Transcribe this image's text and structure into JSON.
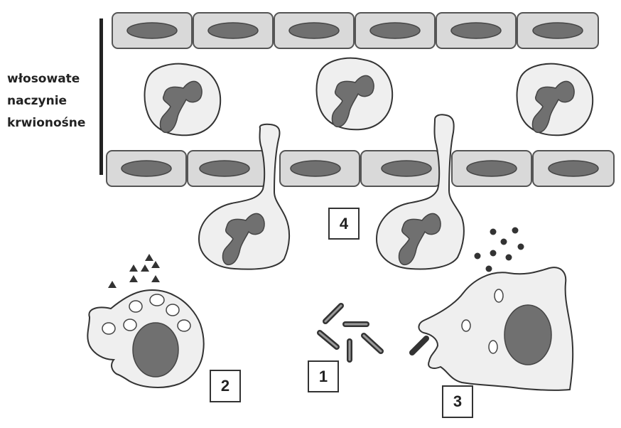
{
  "vessel_label": [
    "włosowate",
    "naczynie",
    "krwionośne"
  ],
  "markers": [
    "1",
    "2",
    "3",
    "4"
  ],
  "colors": {
    "cell_fill": "#d9d9d9",
    "cell_stroke": "#555555",
    "nucleus": "#707070",
    "leukocyte_fill": "#efefef",
    "outline": "#333333"
  }
}
